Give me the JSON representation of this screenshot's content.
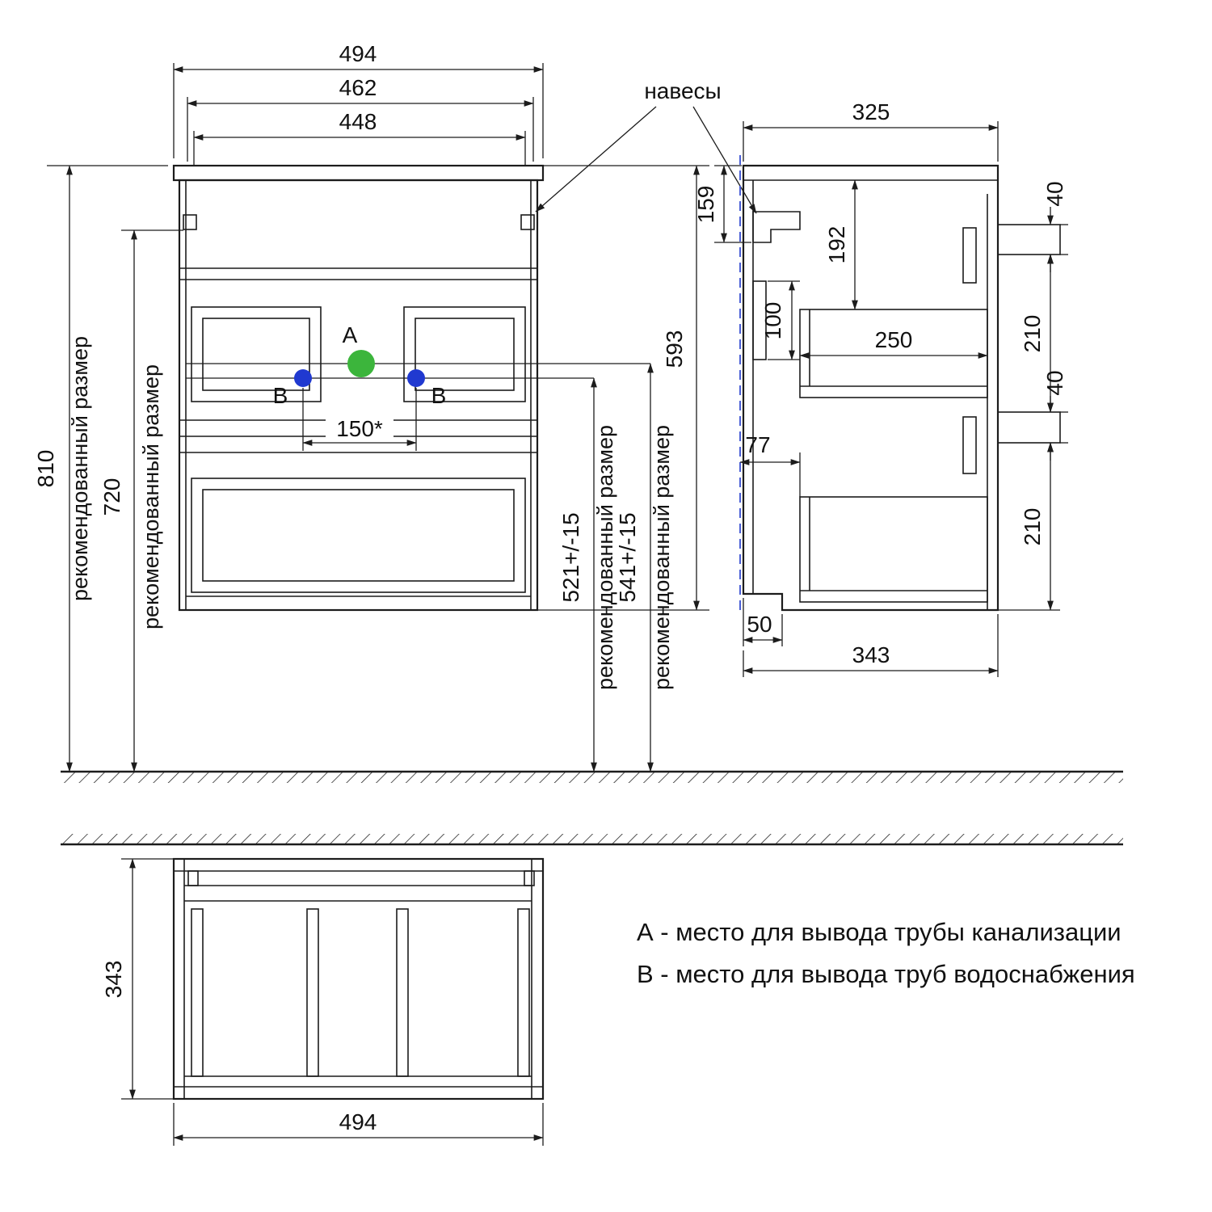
{
  "colors": {
    "line": "#1c1c1c",
    "point_a": "#3cb53c",
    "point_b": "#2039d0",
    "wall_line": "#4a5fd6"
  },
  "labels": {
    "hangers": "навесы",
    "recommended_size": "рекомендованный размер",
    "point_a": "A",
    "point_b": "B"
  },
  "front_view": {
    "width_top": "494",
    "width_mid": "462",
    "width_inner": "448",
    "height_total": "810",
    "height_hangers": "720",
    "pipe_spacing": "150*",
    "height_water_pipes": "521+/-15",
    "height_drain_pipe": "541+/-15",
    "cabinet_height": "593"
  },
  "side_view": {
    "depth_top": "325",
    "hanger_top_offset": "159",
    "drawer_top_offset": "192",
    "bracket_height": "100",
    "drawer_inner_depth": "250",
    "handle_top": "40",
    "drawer_front_top": "210",
    "handle_bottom": "40",
    "drawer_front_bottom": "210",
    "back_clearance": "77",
    "bottom_recess": "50",
    "depth_bottom": "343"
  },
  "bottom_view": {
    "depth": "343",
    "width": "494"
  },
  "legend": {
    "line_a": "А - место для вывода трубы канализации",
    "line_b": "В - место для вывода труб водоснабжения"
  }
}
